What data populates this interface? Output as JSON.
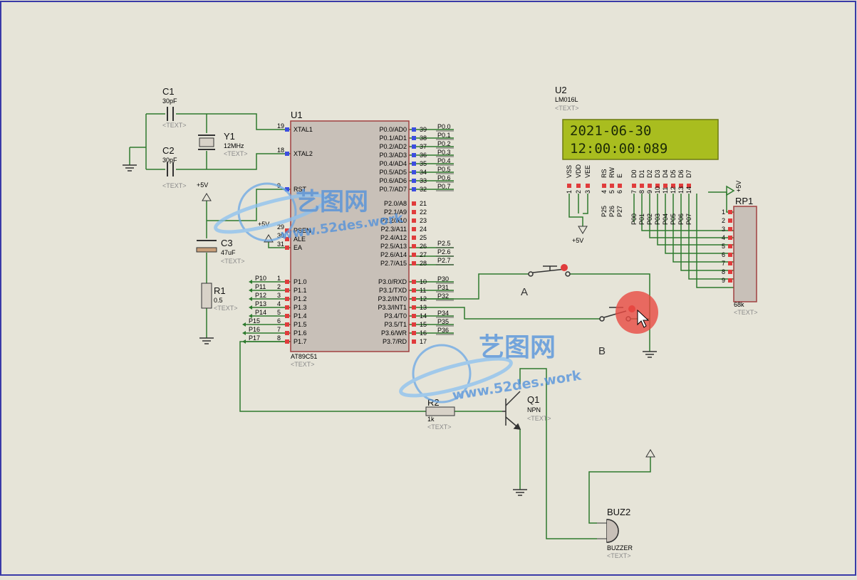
{
  "components": {
    "u1": {
      "ref": "U1",
      "part": "AT89C51",
      "tbk": "<TEXT>",
      "left_pins": [
        {
          "num": "19",
          "name": "XTAL1"
        },
        {
          "num": "18",
          "name": "XTAL2"
        },
        {
          "num": "9",
          "name": "RST"
        },
        {
          "num": "29",
          "name": "PSEN"
        },
        {
          "num": "30",
          "name": "ALE"
        },
        {
          "num": "31",
          "name": "EA"
        },
        {
          "num": "1",
          "name": "P1.0",
          "net": "P10"
        },
        {
          "num": "2",
          "name": "P1.1",
          "net": "P11"
        },
        {
          "num": "3",
          "name": "P1.2",
          "net": "P12"
        },
        {
          "num": "4",
          "name": "P1.3",
          "net": "P13"
        },
        {
          "num": "5",
          "name": "P1.4",
          "net": "P14"
        },
        {
          "num": "6",
          "name": "P1.5",
          "net": "P15"
        },
        {
          "num": "7",
          "name": "P1.6",
          "net": "P16"
        },
        {
          "num": "8",
          "name": "P1.7",
          "net": "P17"
        }
      ],
      "right_pins": [
        {
          "num": "39",
          "name": "P0.0/AD0",
          "net": "P0.0"
        },
        {
          "num": "38",
          "name": "P0.1/AD1",
          "net": "P0.1"
        },
        {
          "num": "37",
          "name": "P0.2/AD2",
          "net": "P0.2"
        },
        {
          "num": "36",
          "name": "P0.3/AD3",
          "net": "P0.3"
        },
        {
          "num": "35",
          "name": "P0.4/AD4",
          "net": "P0.4"
        },
        {
          "num": "34",
          "name": "P0.5/AD5",
          "net": "P0.5"
        },
        {
          "num": "33",
          "name": "P0.6/AD6",
          "net": "P0.6"
        },
        {
          "num": "32",
          "name": "P0.7/AD7",
          "net": "P0.7"
        },
        {
          "num": "21",
          "name": "P2.0/A8",
          "net": ""
        },
        {
          "num": "22",
          "name": "P2.1/A9",
          "net": ""
        },
        {
          "num": "23",
          "name": "P2.2/A10",
          "net": ""
        },
        {
          "num": "24",
          "name": "P2.3/A11",
          "net": ""
        },
        {
          "num": "25",
          "name": "P2.4/A12",
          "net": ""
        },
        {
          "num": "26",
          "name": "P2.5/A13",
          "net": "P2.5"
        },
        {
          "num": "27",
          "name": "P2.6/A14",
          "net": "P2.6"
        },
        {
          "num": "28",
          "name": "P2.7/A15",
          "net": "P2.7"
        },
        {
          "num": "10",
          "name": "P3.0/RXD",
          "net": "P30"
        },
        {
          "num": "11",
          "name": "P3.1/TXD",
          "net": "P31"
        },
        {
          "num": "12",
          "name": "P3.2/INT0",
          "net": "P32"
        },
        {
          "num": "13",
          "name": "P3.3/INT1",
          "net": ""
        },
        {
          "num": "14",
          "name": "P3.4/T0",
          "net": "P34"
        },
        {
          "num": "15",
          "name": "P3.5/T1",
          "net": "P35"
        },
        {
          "num": "16",
          "name": "P3.6/WR",
          "net": "P36"
        },
        {
          "num": "17",
          "name": "P3.7/RD",
          "net": ""
        }
      ]
    },
    "c1": {
      "ref": "C1",
      "value": "30pF",
      "tbk": "<TEXT>"
    },
    "c2": {
      "ref": "C2",
      "value": "30pF",
      "tbk": "<TEXT>"
    },
    "y1": {
      "ref": "Y1",
      "value": "12MHz",
      "tbk": "<TEXT>"
    },
    "c3": {
      "ref": "C3",
      "value": "47uF",
      "tbk": "<TEXT>"
    },
    "r1": {
      "ref": "R1",
      "value": "0.5",
      "tbk": "<TEXT>"
    },
    "r2": {
      "ref": "R2",
      "value": "1k",
      "tbk": "<TEXT>"
    },
    "q1": {
      "ref": "Q1",
      "value": "NPN",
      "tbk": "<TEXT>"
    },
    "buz2": {
      "ref": "BUZ2",
      "value": "BUZZER",
      "tbk": "<TEXT>"
    },
    "rp1": {
      "ref": "RP1",
      "value": "68k",
      "tbk": "<TEXT>",
      "pins": [
        "1",
        "2",
        "3",
        "4",
        "5",
        "6",
        "7",
        "8",
        "9"
      ]
    },
    "u2": {
      "ref": "U2",
      "part": "LM016L",
      "tbk": "<TEXT>",
      "line1": "2021-06-30",
      "line2": "12:00:00:089",
      "pin_names": [
        "VSS",
        "VDD",
        "VEE",
        "RS",
        "RW",
        "E",
        "D0",
        "D1",
        "D2",
        "D3",
        "D4",
        "D5",
        "D6",
        "D7"
      ],
      "pin_nums": [
        "1",
        "2",
        "3",
        "4",
        "5",
        "6",
        "7",
        "8",
        "9",
        "10",
        "11",
        "12",
        "13",
        "14"
      ],
      "ctrl_nets": [
        "P25",
        "P26",
        "P27"
      ],
      "data_nets": [
        "P00",
        "P01",
        "P02",
        "P03",
        "P04",
        "P05",
        "P06",
        "P07"
      ]
    },
    "switch_a": {
      "ref": "A"
    },
    "switch_b": {
      "ref": "B"
    }
  },
  "power": {
    "vcc": "+5V"
  },
  "watermark": {
    "cn": "艺图网",
    "url": "www.52des.work"
  },
  "colors": {
    "wire": "#2e7a2e",
    "pin_red": "#e03c3c",
    "pin_blue": "#3c4ee0",
    "body": "#c8c0b8",
    "outline": "#a04040",
    "lcd": "#a9bd1f"
  }
}
